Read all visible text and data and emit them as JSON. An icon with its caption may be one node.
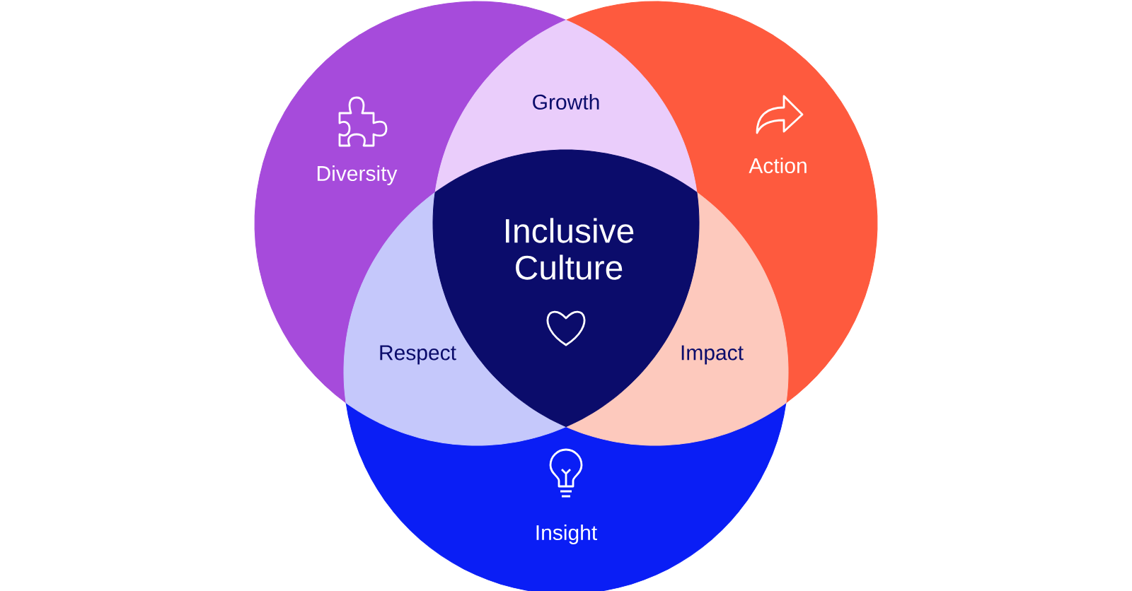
{
  "diagram": {
    "nodes": [
      {
        "text": [
          "Diversity"
        ]
      },
      {
        "text": [
          "Growth"
        ]
      },
      {
        "text": [
          "Action"
        ]
      },
      {
        "text": [
          "Inclusive Culture"
        ]
      },
      {
        "text": [
          "Respect"
        ]
      },
      {
        "text": [
          "Impact"
        ]
      },
      {
        "text": [
          "Insight"
        ]
      }
    ]
  }
}
